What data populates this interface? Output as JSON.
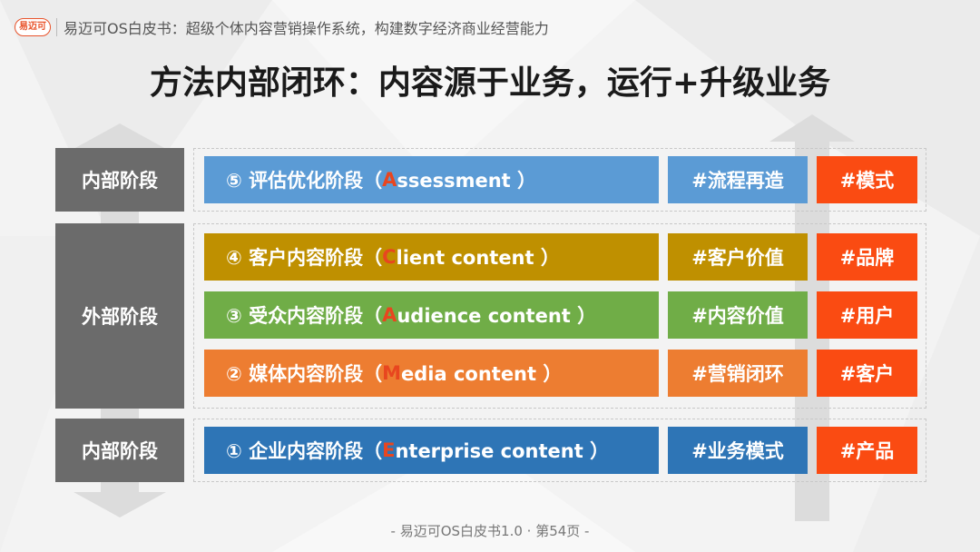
{
  "header": {
    "logo_text": "易迈可",
    "subtitle": "易迈可OS白皮书：超级个体内容营销操作系统，构建数字经济商业经营能力"
  },
  "title": "方法内部闭环：内容源于业务，运行+升级业务",
  "stages": {
    "top": "内部阶段",
    "middle": "外部阶段",
    "bottom": "内部阶段"
  },
  "rows": [
    {
      "prefix": "⑤ 评估优化阶段（ ",
      "letter": "A",
      "rest": "ssessment ）",
      "tag1": "#流程再造",
      "tag2": "#模式"
    },
    {
      "prefix": "④ 客户内容阶段（ ",
      "letter": "C",
      "rest": "lient content ）",
      "tag1": "#客户价值",
      "tag2": "#品牌"
    },
    {
      "prefix": "③ 受众内容阶段（ ",
      "letter": "A",
      "rest": "udience content ）",
      "tag1": "#内容价值",
      "tag2": "#用户"
    },
    {
      "prefix": "② 媒体内容阶段（ ",
      "letter": "M",
      "rest": "edia content ）",
      "tag1": "#营销闭环",
      "tag2": "#客户"
    },
    {
      "prefix": "① 企业内容阶段（ ",
      "letter": "E",
      "rest": "nterprise content ）",
      "tag1": "#业务模式",
      "tag2": "#产品"
    }
  ],
  "colors": {
    "assessment": "#5b9bd5",
    "client": "#bf9000",
    "audience": "#70ad47",
    "media": "#ed7d31",
    "enterprise": "#2e75b6",
    "tag_accent": "#fa4b12",
    "stage_gray": "#6b6b6b"
  },
  "footer": "- 易迈可OS白皮书1.0 · 第54页 -"
}
